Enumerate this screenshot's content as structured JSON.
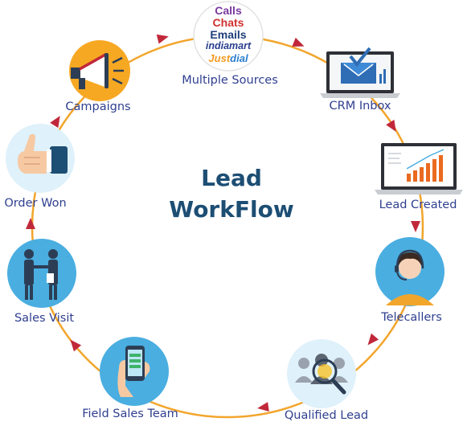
{
  "title": {
    "line1": "Lead",
    "line2": "WorkFlow"
  },
  "sources": {
    "calls": "Calls",
    "chats": "Chats",
    "emails": "Emails",
    "indiamart": "indiamart",
    "justdial_just": "Just",
    "justdial_dial": "dial"
  },
  "steps": [
    {
      "label": "Multiple Sources"
    },
    {
      "label": "CRM Inbox"
    },
    {
      "label": "Lead Created"
    },
    {
      "label": "Telecallers"
    },
    {
      "label": "Qualified Lead"
    },
    {
      "label": "Field Sales Team"
    },
    {
      "label": "Sales Visit"
    },
    {
      "label": "Order Won"
    },
    {
      "label": "Campaigns"
    }
  ],
  "colors": {
    "ring": "#f2a52b",
    "arrow": "#c0283a",
    "label": "#2f3f8f",
    "title": "#1d4e74",
    "icon_circle_blue": "#4aaee0",
    "icon_circle_pale": "#dff1fa",
    "calls": "#7a3aa0",
    "chats": "#d0312d",
    "emails": "#1f3f7a",
    "indiamart": "#2a3f8f",
    "just": "#f39a1d",
    "dial": "#2a7fd0"
  },
  "icons": [
    "megaphone-icon",
    "laptop-email-icon",
    "laptop-chart-icon",
    "headset-agent-icon",
    "magnifier-people-icon",
    "smartphone-hand-icon",
    "handshake-icon",
    "thumbs-up-icon"
  ]
}
